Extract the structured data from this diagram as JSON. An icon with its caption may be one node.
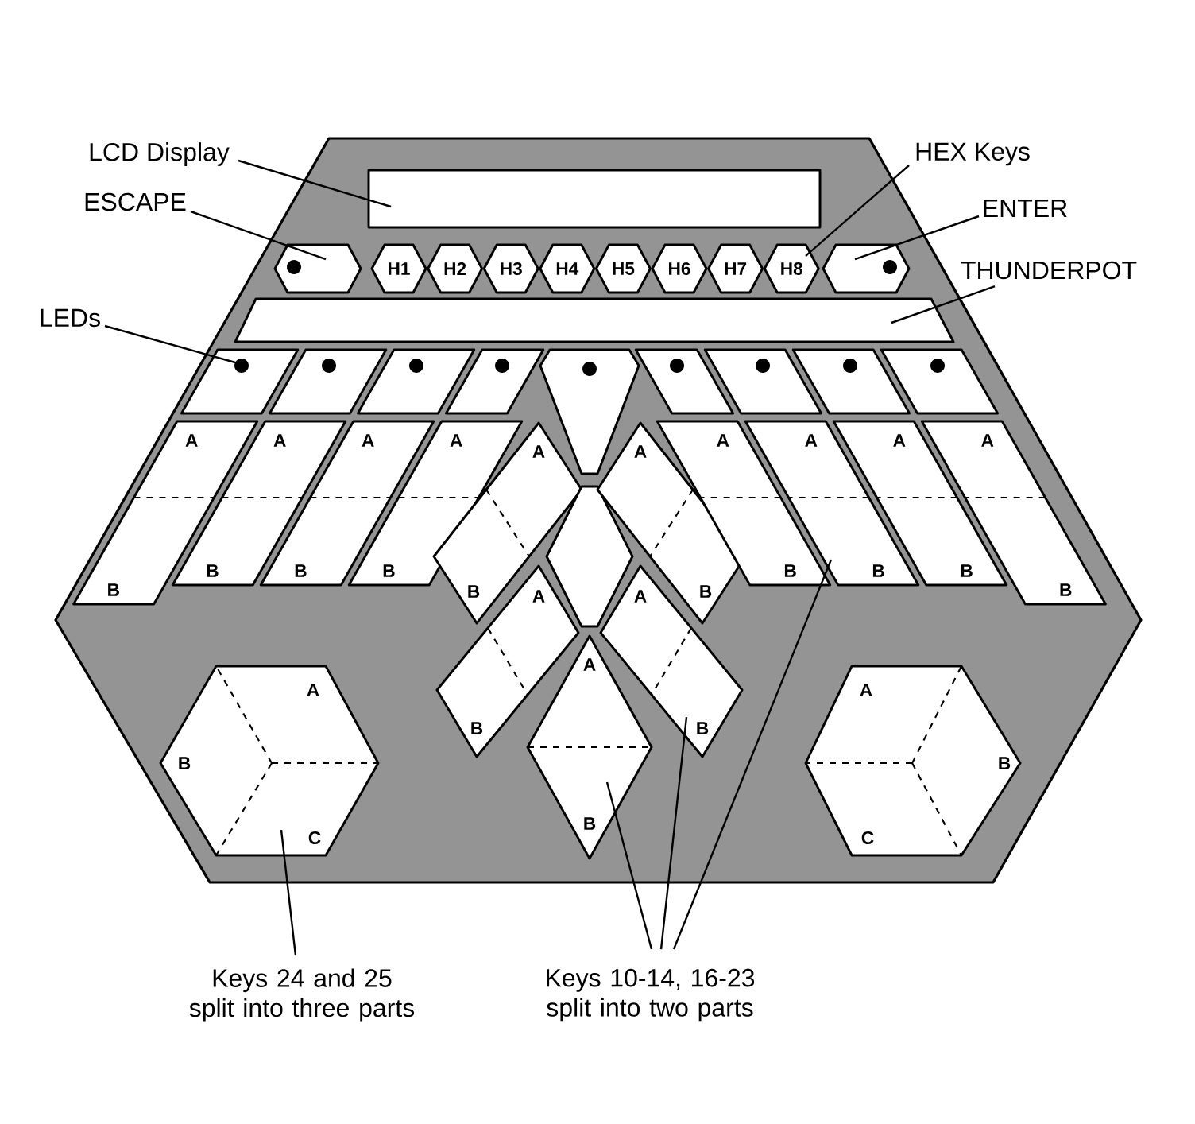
{
  "diagram": {
    "nodes": [
      {
        "text": [
          "LCD Display"
        ]
      },
      {
        "text": [],
        "shape": "box"
      },
      {
        "text": [
          "HEX Keys"
        ]
      },
      {
        "text": [
          "ESCAPE"
        ]
      },
      {
        "text": [],
        "shape": "hexagon"
      },
      {
        "text": [
          "H1"
        ]
      },
      {
        "text": [
          "H2"
        ]
      },
      {
        "text": [
          "H3"
        ]
      },
      {
        "text": [
          "H4"
        ]
      },
      {
        "text": [
          "H5"
        ]
      },
      {
        "text": [
          "H6"
        ]
      },
      {
        "text": [
          "H7"
        ]
      },
      {
        "text": [
          "H8"
        ]
      },
      {
        "text": [],
        "shape": "hexagon"
      },
      {
        "text": [
          "ENTER"
        ]
      },
      {
        "text": [
          "THUNDERPOT"
        ]
      },
      {
        "text": [],
        "shape": "bar"
      },
      {
        "text": [
          "LEDs"
        ]
      },
      {
        "text": [],
        "shape": "box"
      },
      {
        "text": [],
        "shape": "box"
      },
      {
        "text": [],
        "shape": "box"
      },
      {
        "text": [],
        "shape": "box"
      },
      {
        "text": [],
        "shape": "hexagon"
      },
      {
        "text": [],
        "shape": "box"
      },
      {
        "text": [],
        "shape": "box"
      },
      {
        "text": [],
        "shape": "box"
      },
      {
        "text": [],
        "shape": "box"
      },
      {
        "text": [],
        "shape": "circle",
        "in": 18
      },
      {
        "text": [
          "A",
          "B"
        ]
      },
      {
        "text": [
          "A",
          "B"
        ]
      },
      {
        "text": [
          "A",
          "B"
        ]
      },
      {
        "text": [
          "A",
          "B"
        ]
      },
      {
        "text": [
          "A",
          "B"
        ]
      },
      {
        "text": [
          "A",
          "B"
        ]
      },
      {
        "text": [],
        "shape": "hexagon"
      },
      {
        "text": [
          "A",
          "B"
        ]
      },
      {
        "text": [
          "A",
          "B"
        ]
      },
      {
        "text": [
          "A",
          "B"
        ]
      },
      {
        "text": [
          "A",
          "B"
        ]
      },
      {
        "text": [
          "A",
          "B"
        ]
      },
      {
        "text": [
          "A",
          "B"
        ]
      },
      {
        "text": [
          "A",
          "B"
        ]
      },
      {
        "text": [
          "A",
          "B",
          "C"
        ]
      },
      {
        "text": [
          "A",
          "B",
          "C"
        ]
      },
      {
        "text": [
          "Keys 24 and 25 split into three parts"
        ]
      },
      {
        "text": [
          "Keys 10-14, 16-23 split into two parts"
        ]
      }
    ],
    "edges": [
      {
        "from": 0,
        "to": 1,
        "arrow": "none"
      },
      {
        "from": 2,
        "to": 12,
        "arrow": "none"
      },
      {
        "from": 3,
        "to": 4,
        "arrow": "none"
      },
      {
        "from": 14,
        "to": 13,
        "arrow": "none"
      },
      {
        "from": 15,
        "to": 16,
        "arrow": "none"
      },
      {
        "from": 17,
        "to": 27,
        "arrow": "none"
      },
      {
        "from": 44,
        "to": 42,
        "arrow": "none"
      },
      {
        "from": 45,
        "to": 35,
        "arrow": "none"
      },
      {
        "from": 45,
        "to": 37,
        "arrow": "none"
      },
      {
        "from": 45,
        "to": 39,
        "arrow": "none"
      }
    ]
  }
}
